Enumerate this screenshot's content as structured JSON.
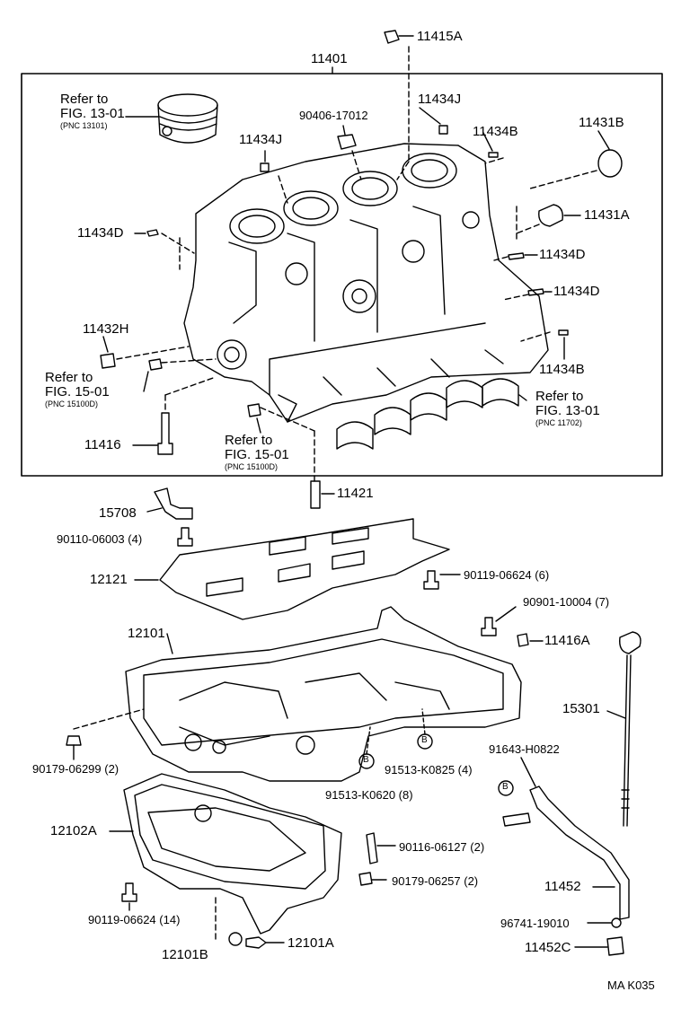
{
  "labels": {
    "p11415A": "11415A",
    "p11401": "11401",
    "p11434J_a": "11434J",
    "p90406": "90406-17012",
    "p11434J_b": "11434J",
    "p11434B_a": "11434B",
    "p11431B": "11431B",
    "p11431A": "11431A",
    "p11434D_a": "11434D",
    "p11434D_b": "11434D",
    "p11434D_c": "11434D",
    "p11432H": "11432H",
    "p11434B_b": "11434B",
    "p11416": "11416",
    "p11421": "11421",
    "p15708": "15708",
    "p90110": "90110-06003 (4)",
    "p12121": "12121",
    "p90119a": "90119-06624 (6)",
    "p90901": "90901-10004 (7)",
    "p12101": "12101",
    "p11416A": "11416A",
    "p15301": "15301",
    "p90179a": "90179-06299 (2)",
    "p91513a": "91513-K0825 (4)",
    "p91643": "91643-H0822",
    "p91513b": "91513-K0620 (8)",
    "p12102A": "12102A",
    "p90116": "90116-06127 (2)",
    "p90179b": "90179-06257 (2)",
    "p11452": "11452",
    "p90119b": "90119-06624 (14)",
    "p96741": "96741-19010",
    "p12101B": "12101B",
    "p12101A": "12101A",
    "p11452C": "11452C",
    "code": "MA K035",
    "bolt_mark": "B"
  },
  "refs": {
    "r1": {
      "line1": "Refer to",
      "line2": "FIG. 13-01",
      "pnc": "(PNC 13101)"
    },
    "r2": {
      "line1": "Refer to",
      "line2": "FIG. 15-01",
      "pnc": "(PNC 15100D)"
    },
    "r3": {
      "line1": "Refer to",
      "line2": "FIG. 15-01",
      "pnc": "(PNC 15100D)"
    },
    "r4": {
      "line1": "Refer to",
      "line2": "FIG. 13-01",
      "pnc": "(PNC 11702)"
    }
  }
}
